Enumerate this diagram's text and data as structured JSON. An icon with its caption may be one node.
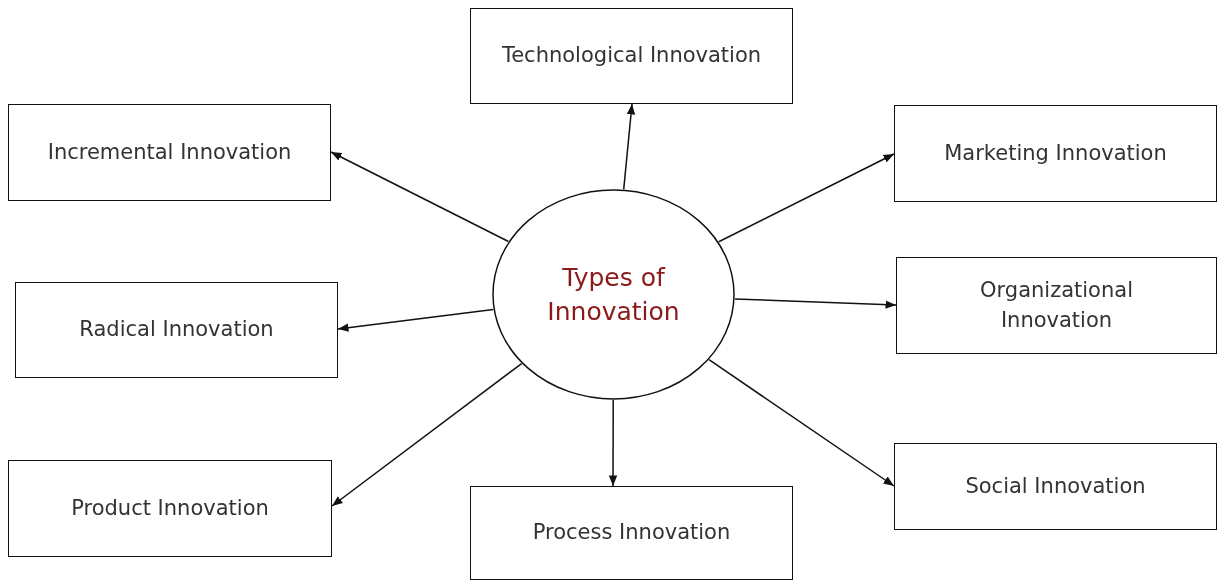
{
  "diagram": {
    "nodes": [
      {
        "text": [
          "Types of Innovation"
        ]
      },
      {
        "text": [
          "Technological Innovation"
        ]
      },
      {
        "text": [
          "Incremental Innovation"
        ]
      },
      {
        "text": [
          "Marketing Innovation"
        ]
      },
      {
        "text": [
          "Radical Innovation"
        ]
      },
      {
        "text": [
          "Organizational Innovation"
        ]
      },
      {
        "text": [
          "Product Innovation"
        ]
      },
      {
        "text": [
          "Process Innovation"
        ]
      },
      {
        "text": [
          "Social Innovation"
        ]
      }
    ],
    "edges": [
      {
        "from": 0,
        "to": 1,
        "arrow": "to"
      },
      {
        "from": 0,
        "to": 2,
        "arrow": "to"
      },
      {
        "from": 0,
        "to": 3,
        "arrow": "to"
      },
      {
        "from": 0,
        "to": 4,
        "arrow": "to"
      },
      {
        "from": 0,
        "to": 5,
        "arrow": "to"
      },
      {
        "from": 0,
        "to": 6,
        "arrow": "to"
      },
      {
        "from": 0,
        "to": 7,
        "arrow": "to"
      },
      {
        "from": 0,
        "to": 8,
        "arrow": "to"
      }
    ]
  }
}
